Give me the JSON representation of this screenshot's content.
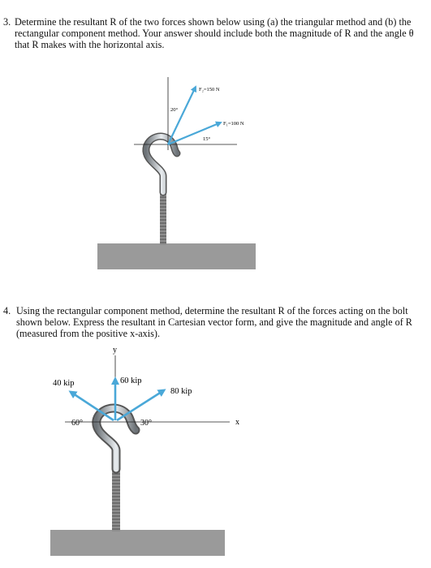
{
  "problem3": {
    "number": "3.",
    "text": "Determine the resultant R of the two forces shown below using (a) the triangular method and (b) the rectangular component method. Your answer should include both the magnitude of R and the angle θ that R makes with the horizontal axis.",
    "figure": {
      "force_2_label": "F₂=150 N",
      "force_1_label": "F₁=100 N",
      "angle_a_label": "20°",
      "angle_b_label": "15°"
    }
  },
  "problem4": {
    "number": "4.",
    "text": "Using the rectangular component method, determine the resultant R of the forces acting on the bolt shown below. Express the resultant in Cartesian vector form, and give the magnitude and angle of R (measured from the positive x-axis).",
    "figure": {
      "y_axis_label": "y",
      "x_axis_label": "x",
      "force_left_label": "40 kip",
      "force_up_label": "60 kip",
      "force_right_label": "80 kip",
      "angle_left_label": "60°",
      "angle_right_label": "30°"
    }
  },
  "colors": {
    "arrow": "#4aa8d8",
    "ground": "#9a9a9a",
    "hook": "#9aa0a6"
  }
}
